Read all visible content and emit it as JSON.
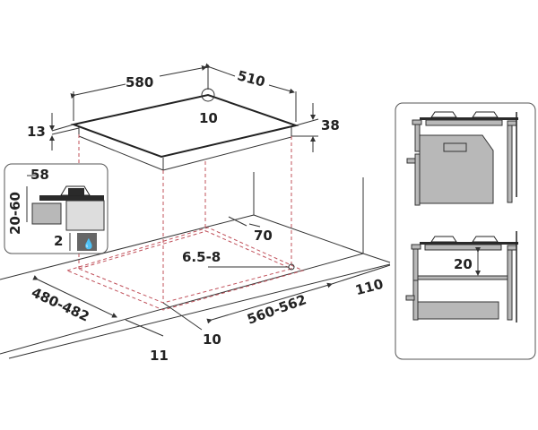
{
  "diagram": {
    "title_dims": {
      "hob_width": "580",
      "hob_depth": "510",
      "corner_radius": "10",
      "hob_top_thickness": "13",
      "hob_height": "38"
    },
    "inset": {
      "burner_height": "58",
      "clearance_range": "20-60",
      "gas_gap": "2"
    },
    "cutout": {
      "back_gap": "70",
      "corner_radius": "6.5-8",
      "depth": "480-482",
      "width": "560-562",
      "front_gap": "10",
      "edge_gap": "11",
      "wall_gap": "110"
    },
    "side_panel": {
      "shelf_gap": "20"
    },
    "colors": {
      "line": "#333333",
      "dashed": "#c0505a",
      "panel_fill": "#b8b8b8"
    }
  }
}
